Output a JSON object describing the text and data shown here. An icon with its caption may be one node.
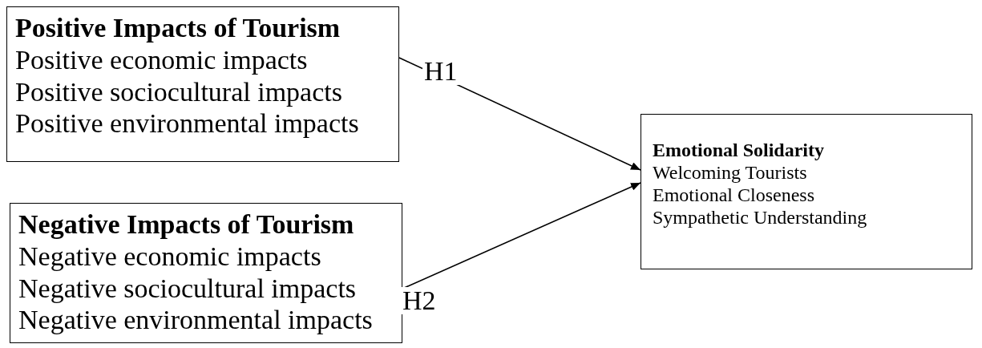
{
  "diagram": {
    "nodes": [
      {
        "text": [
          "Positive Impacts of Tourism",
          "Positive economic impacts",
          "Positive sociocultural impacts",
          "Positive environmental impacts"
        ]
      },
      {
        "text": [
          "Negative Impacts of Tourism",
          "Negative economic impacts",
          "Negative sociocultural impacts",
          "Negative environmental impacts"
        ]
      },
      {
        "text": [
          "Emotional Solidarity",
          "Welcoming Tourists",
          "Emotional Closeness",
          "Sympathetic Understanding"
        ]
      }
    ],
    "edges": [
      {
        "from": 0,
        "to": 2,
        "arrow": "to",
        "label": "H1"
      },
      {
        "from": 1,
        "to": 2,
        "arrow": "to",
        "label": "H2"
      }
    ]
  }
}
